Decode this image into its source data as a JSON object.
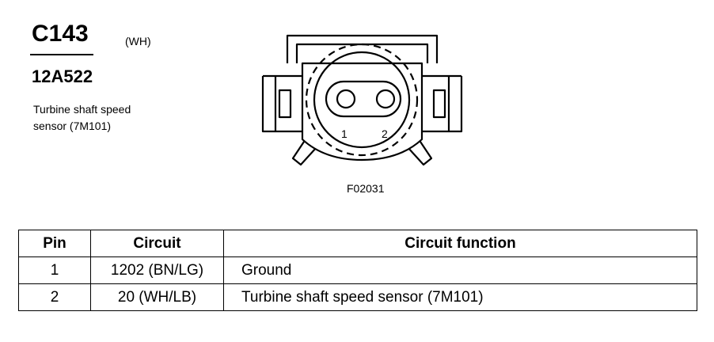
{
  "connector": {
    "id": "C143",
    "color": "(WH)",
    "part_number": "12A522",
    "description_line1": "Turbine shaft speed",
    "description_line2": "sensor (7M101)"
  },
  "figure": {
    "id": "F02031",
    "pin_labels": [
      "1",
      "2"
    ]
  },
  "table": {
    "headers": [
      "Pin",
      "Circuit",
      "Circuit function"
    ],
    "rows": [
      {
        "pin": "1",
        "circuit": "1202 (BN/LG)",
        "function": "Ground"
      },
      {
        "pin": "2",
        "circuit": "20 (WH/LB)",
        "function": "Turbine shaft speed sensor (7M101)"
      }
    ]
  }
}
